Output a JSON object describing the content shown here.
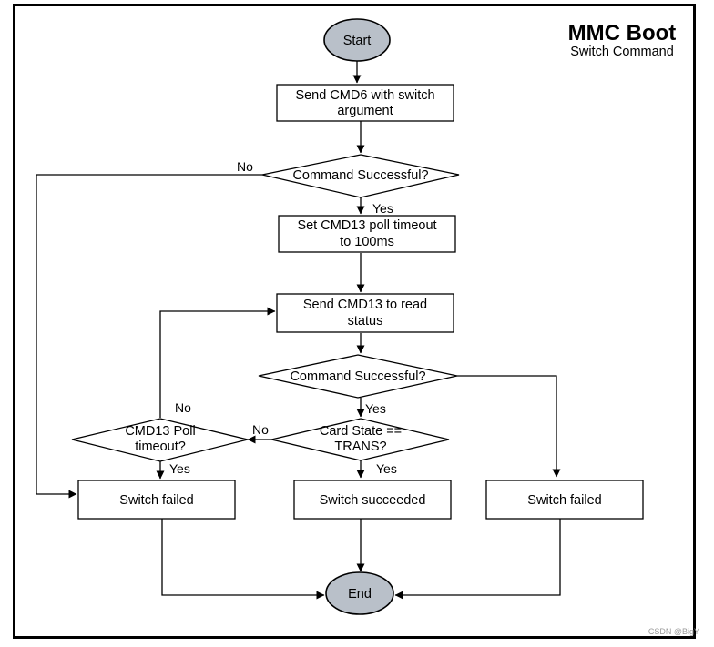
{
  "title": "MMC Boot",
  "subtitle": "Switch Command",
  "nodes": {
    "start": "Start",
    "send_cmd6": [
      "Send CMD6 with switch",
      "argument"
    ],
    "cmd_success_1": "Command Successful?",
    "set_timeout": [
      "Set CMD13 poll timeout",
      "to 100ms"
    ],
    "send_cmd13": [
      "Send CMD13 to read",
      "status"
    ],
    "cmd_success_2": "Command Successful?",
    "card_state": [
      "Card State ==",
      "TRANS?"
    ],
    "poll_timeout": [
      "CMD13 Poll",
      "timeout?"
    ],
    "switch_failed_left": "Switch failed",
    "switch_succeeded": "Switch succeeded",
    "switch_failed_right": "Switch failed",
    "end": "End"
  },
  "edge_labels": {
    "no_1": "No",
    "yes_1": "Yes",
    "yes_2": "Yes",
    "no_card": "No",
    "yes_card": "Yes",
    "no_poll": "No",
    "yes_poll": "Yes"
  },
  "watermark": "CSDN @BigY"
}
